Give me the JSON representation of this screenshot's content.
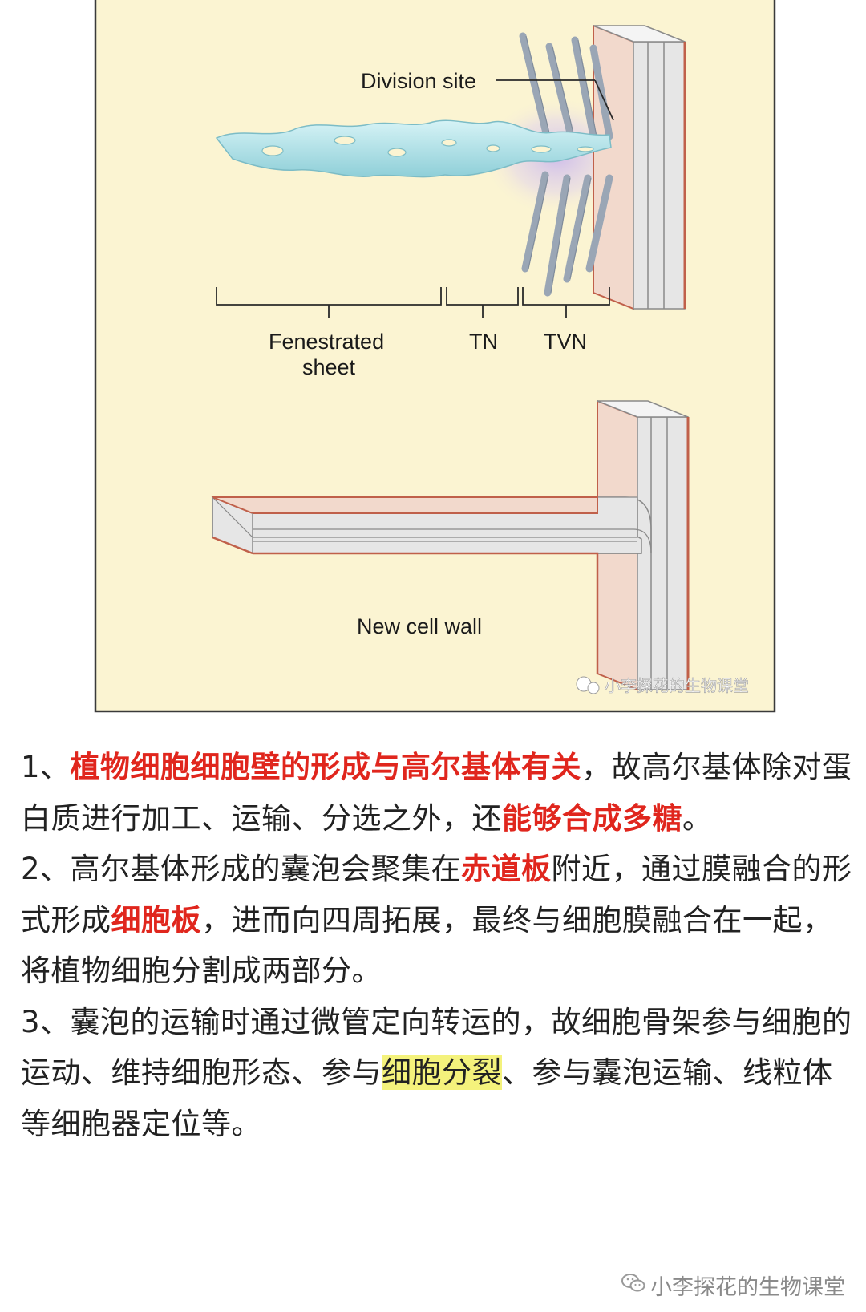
{
  "figure": {
    "labels": {
      "division_site": "Division site",
      "fenestrated_sheet_line1": "Fenestrated",
      "fenestrated_sheet_line2": "sheet",
      "tn": "TN",
      "tvn": "TVN",
      "new_cell_wall": "New cell wall"
    },
    "watermark": "小李探花的生物课堂",
    "colors": {
      "panel_bg": "#fbf4d2",
      "wall_pink": "#f2d9cc",
      "wall_edge": "#c0604a",
      "wall_grey": "#dfe2e4",
      "microtubule": "#9aa6b5",
      "sheet": "#b6e3e8"
    }
  },
  "paragraphs": [
    {
      "id": "p1",
      "segments": [
        {
          "text": "1、",
          "style": "normal"
        },
        {
          "text": "植物细胞细胞壁的形成与高尔基体有关",
          "style": "red"
        },
        {
          "text": "，故高尔基体除对蛋白质进行加工、运输、分选之外，还",
          "style": "normal"
        },
        {
          "text": "能够合成多糖",
          "style": "red"
        },
        {
          "text": "。",
          "style": "normal"
        }
      ]
    },
    {
      "id": "p2",
      "segments": [
        {
          "text": "2、高尔基体形成的囊泡会聚集在",
          "style": "normal"
        },
        {
          "text": "赤道板",
          "style": "red"
        },
        {
          "text": "附近，通过膜融合的形式形成",
          "style": "normal"
        },
        {
          "text": "细胞板",
          "style": "red"
        },
        {
          "text": "，进而向四周拓展，最终与细胞膜融合在一起，将植物细胞分割成两部分。",
          "style": "normal"
        }
      ]
    },
    {
      "id": "p3",
      "segments": [
        {
          "text": "3、囊泡的运输时通过微管定向转运的，故细胞骨架参与细胞的运动、维持细胞形态、参与",
          "style": "normal"
        },
        {
          "text": "细胞分裂",
          "style": "yellow"
        },
        {
          "text": "、参与囊泡运输、线粒体等细胞器定位等。",
          "style": "normal"
        }
      ]
    }
  ],
  "footer": {
    "watermark_icon": "wechat-icon",
    "watermark_text": "小李探花的生物课堂"
  }
}
